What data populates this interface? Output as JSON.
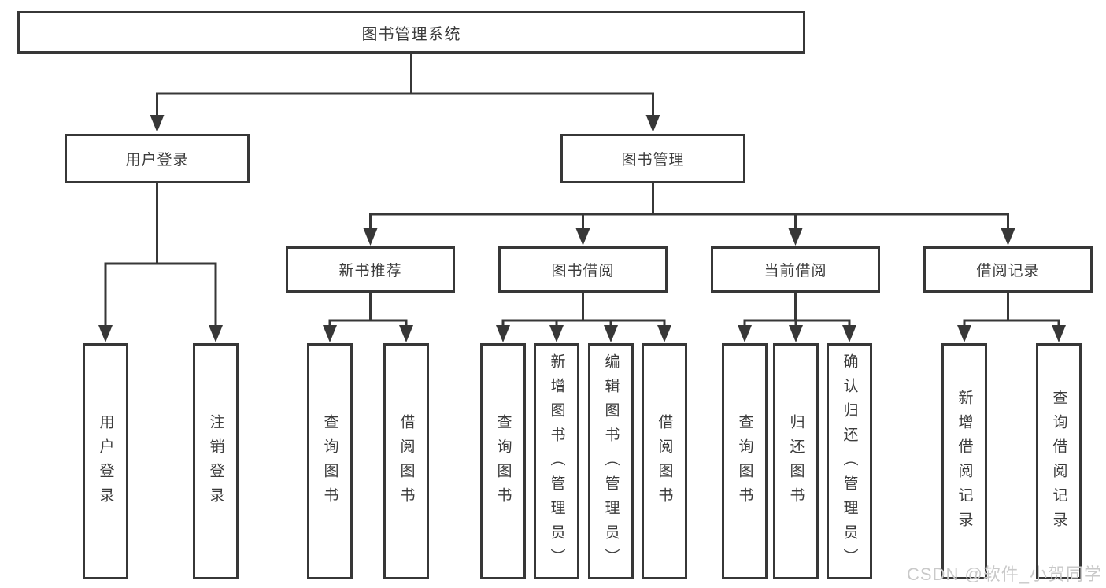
{
  "tree": {
    "root": "图书管理系统",
    "branches": [
      {
        "label": "用户登录",
        "leaves": [
          "用户登录",
          "注销登录"
        ]
      },
      {
        "label": "图书管理",
        "groups": [
          {
            "label": "新书推荐",
            "leaves": [
              "查询图书",
              "借阅图书"
            ]
          },
          {
            "label": "图书借阅",
            "leaves": [
              "查询图书",
              "新增图书（管理员）",
              "编辑图书（管理员）",
              "借阅图书"
            ]
          },
          {
            "label": "当前借阅",
            "leaves": [
              "查询图书",
              "归还图书",
              "确认归还（管理员）"
            ]
          },
          {
            "label": "借阅记录",
            "leaves": [
              "新增借阅记录",
              "查询借阅记录"
            ]
          }
        ]
      }
    ]
  },
  "watermark": "CSDN @软件_小贺同学",
  "colors": {
    "line": "#373737",
    "border": "#373737",
    "text": "#3b3b3b",
    "watermark_text": "#c9c9c9",
    "background": "#ffffff"
  }
}
